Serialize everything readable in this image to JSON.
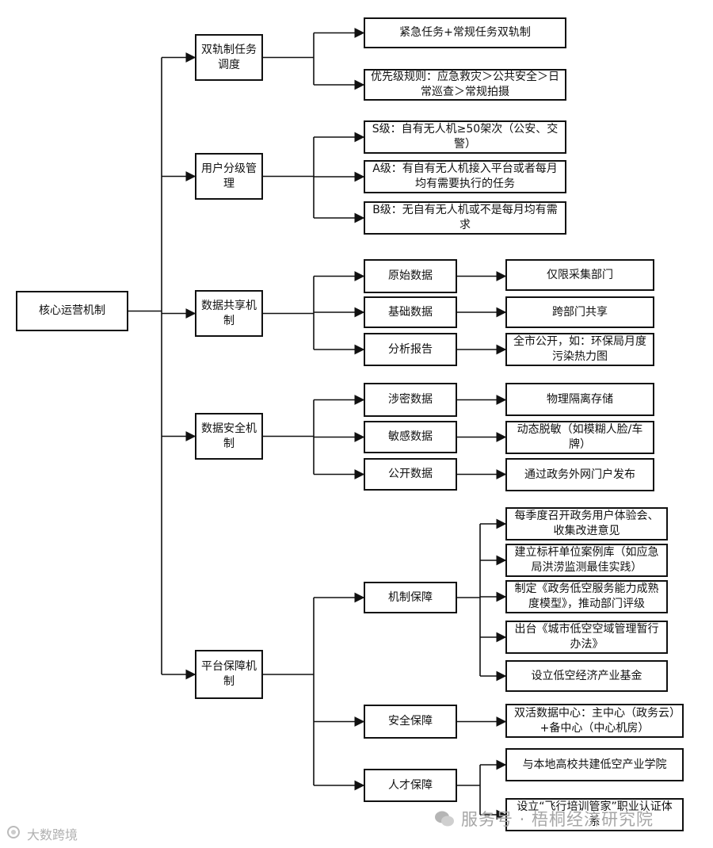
{
  "root": {
    "id": "root",
    "label": "核心运营机制"
  },
  "branches": [
    {
      "id": "dual",
      "label": "双轨制任务调度",
      "children": [
        {
          "id": "dual-1",
          "label": "紧急任务+常规任务双轨制"
        },
        {
          "id": "dual-2",
          "label": "优先级规则：应急救灾＞公共安全＞日常巡查＞常规拍摄"
        }
      ]
    },
    {
      "id": "tier",
      "label": "用户分级管理",
      "children": [
        {
          "id": "tier-s",
          "label": "S级：自有无人机≥50架次（公安、交警）"
        },
        {
          "id": "tier-a",
          "label": "A级：有自有无人机接入平台或者每月均有需要执行的任务"
        },
        {
          "id": "tier-b",
          "label": "B级：无自有无人机或不是每月均有需求"
        }
      ]
    },
    {
      "id": "share",
      "label": "数据共享机制",
      "children": [
        {
          "id": "share-raw",
          "label": "原始数据",
          "children": [
            {
              "id": "share-raw-1",
              "label": "仅限采集部门"
            }
          ]
        },
        {
          "id": "share-base",
          "label": "基础数据",
          "children": [
            {
              "id": "share-base-1",
              "label": "跨部门共享"
            }
          ]
        },
        {
          "id": "share-report",
          "label": "分析报告",
          "children": [
            {
              "id": "share-report-1",
              "label": "全市公开，如：环保局月度污染热力图"
            }
          ]
        }
      ]
    },
    {
      "id": "secure",
      "label": "数据安全机制",
      "children": [
        {
          "id": "secure-secret",
          "label": "涉密数据",
          "children": [
            {
              "id": "secure-secret-1",
              "label": "物理隔离存储"
            }
          ]
        },
        {
          "id": "secure-sensitive",
          "label": "敏感数据",
          "children": [
            {
              "id": "secure-sensitive-1",
              "label": "动态脱敏（如模糊人脸/车牌）"
            }
          ]
        },
        {
          "id": "secure-public",
          "label": "公开数据",
          "children": [
            {
              "id": "secure-public-1",
              "label": "通过政务外网门户发布"
            }
          ]
        }
      ]
    },
    {
      "id": "platform",
      "label": "平台保障机制",
      "children": [
        {
          "id": "plat-mech",
          "label": "机制保障",
          "children": [
            {
              "id": "plat-mech-1",
              "label": "每季度召开政务用户体验会、收集改进意见"
            },
            {
              "id": "plat-mech-2",
              "label": "建立标杆单位案例库（如应急局洪涝监测最佳实践）"
            },
            {
              "id": "plat-mech-3",
              "label": "制定《政务低空服务能力成熟度模型》，推动部门评级"
            },
            {
              "id": "plat-mech-4",
              "label": "出台《城市低空空域管理暂行办法》"
            },
            {
              "id": "plat-mech-5",
              "label": "设立低空经济产业基金"
            }
          ]
        },
        {
          "id": "plat-safe",
          "label": "安全保障",
          "children": [
            {
              "id": "plat-safe-1",
              "label": "双活数据中心：主中心（政务云）+备中心（中心机房）"
            }
          ]
        },
        {
          "id": "plat-talent",
          "label": "人才保障",
          "children": [
            {
              "id": "plat-talent-1",
              "label": "与本地高校共建低空产业学院"
            },
            {
              "id": "plat-talent-2",
              "label": "设立“飞行培训管家”职业认证体系"
            }
          ]
        }
      ]
    }
  ],
  "watermark": {
    "right": "服务号 · 梧桐经济研究院",
    "left": "大数跨境"
  }
}
